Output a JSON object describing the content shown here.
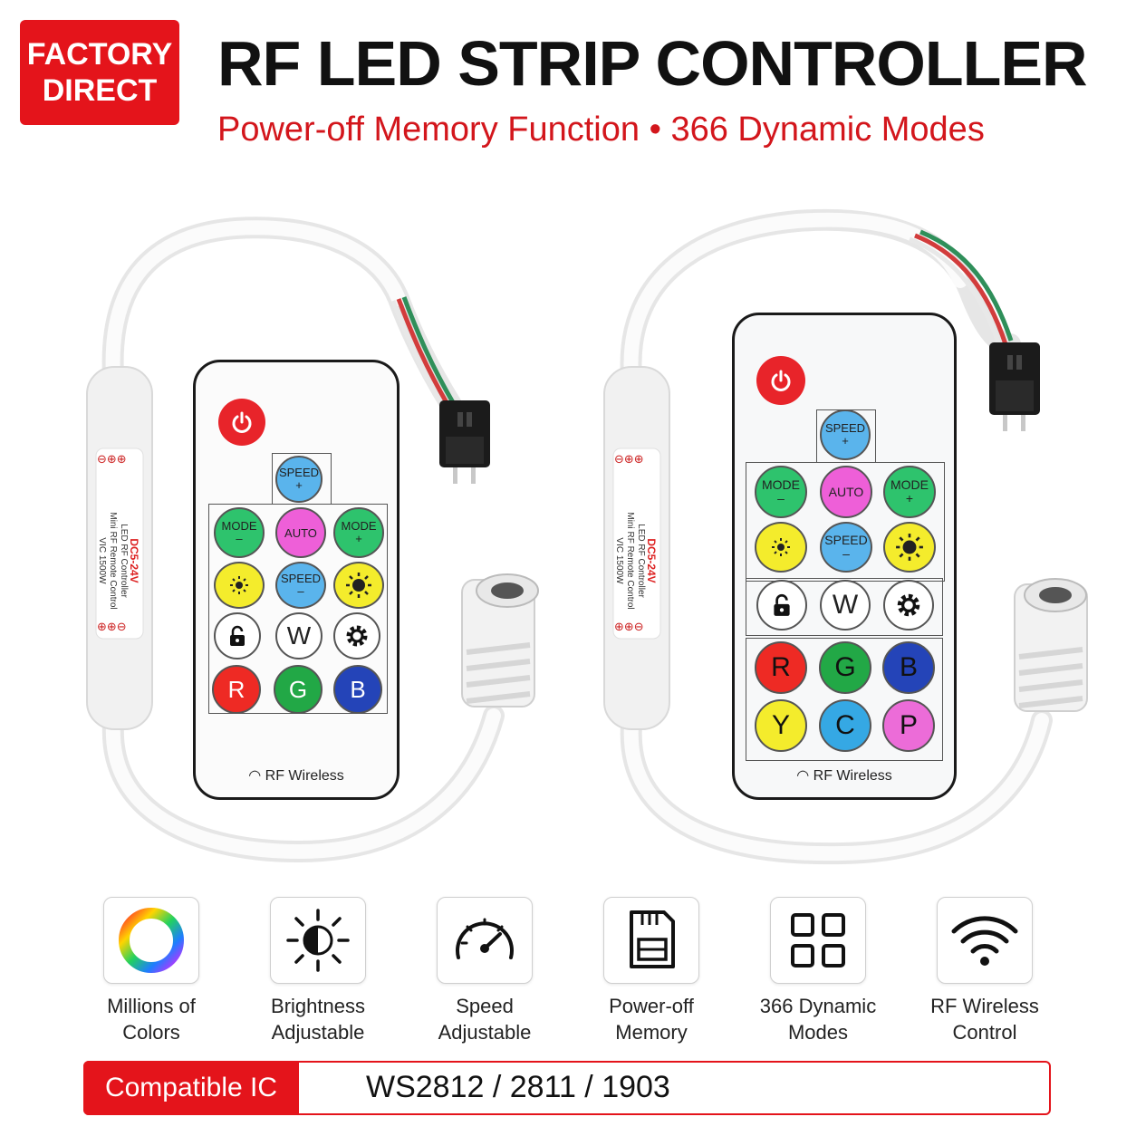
{
  "header": {
    "badge_line1": "FACTORY",
    "badge_line2": "DIRECT",
    "title": "RF LED STRIP CONTROLLER",
    "subtitle": "Power-off Memory Function • 366 Dynamic Modes"
  },
  "controller_label": {
    "voltage": "DC5-24V",
    "line2": "LED RF Controller",
    "line3": "Mini RF Remote Control",
    "power": "VIC 1500W"
  },
  "remote_small": {
    "buttons": {
      "speed_up": "SPEED",
      "speed_up_sub": "+",
      "mode_down": "MODE",
      "mode_down_sub": "–",
      "auto": "AUTO",
      "mode_up": "MODE",
      "mode_up_sub": "+",
      "speed_down": "SPEED",
      "speed_down_sub": "–",
      "w": "W",
      "r": "R",
      "g": "G",
      "b": "B"
    },
    "footer": "RF Wireless"
  },
  "remote_large": {
    "buttons": {
      "speed_up": "SPEED",
      "speed_up_sub": "+",
      "mode_down": "MODE",
      "mode_down_sub": "–",
      "auto": "AUTO",
      "mode_up": "MODE",
      "mode_up_sub": "+",
      "speed_down": "SPEED",
      "speed_down_sub": "–",
      "w": "W",
      "r": "R",
      "g": "G",
      "b": "B",
      "y": "Y",
      "c": "C",
      "p": "P"
    },
    "footer": "RF Wireless"
  },
  "features": [
    {
      "icon": "color-wheel-icon",
      "line1": "Millions of",
      "line2": "Colors"
    },
    {
      "icon": "brightness-icon",
      "line1": "Brightness",
      "line2": "Adjustable"
    },
    {
      "icon": "speedometer-icon",
      "line1": "Speed",
      "line2": "Adjustable"
    },
    {
      "icon": "memory-card-icon",
      "line1": "Power-off",
      "line2": "Memory"
    },
    {
      "icon": "grid-modes-icon",
      "line1": "366 Dynamic",
      "line2": "Modes"
    },
    {
      "icon": "wifi-icon",
      "line1": "RF Wireless",
      "line2": "Control"
    }
  ],
  "compatible": {
    "label": "Compatible IC",
    "value": "WS2812 / 2811 / 1903"
  },
  "colors": {
    "brand_red": "#e4141b",
    "subtitle_red": "#d3161c",
    "speed_blue": "#5ab4ec",
    "mode_green": "#2ec36d",
    "auto_pink": "#ee5fd8",
    "sun_yellow": "#f4ec2c",
    "r_red": "#ee2a24",
    "g_green": "#22a846",
    "b_blue": "#2444b8",
    "c_blue": "#35a8e4",
    "p_pink": "#ec6cd8"
  }
}
